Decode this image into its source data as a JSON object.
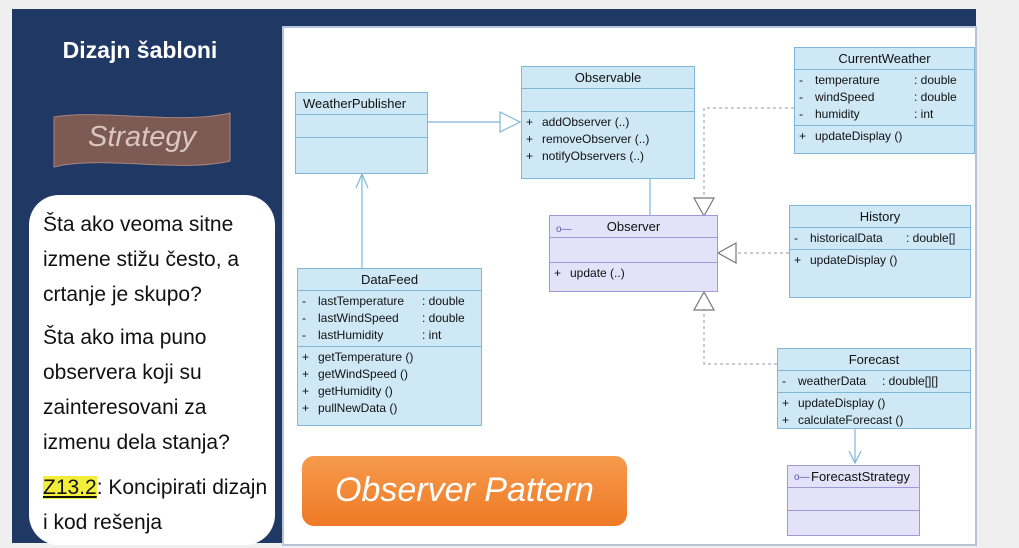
{
  "slide": {
    "title": "Dizajn šabloni",
    "banner": "Strategy",
    "question1": "Šta ako veoma sitne izmene stižu često, a crtanje je skupo?",
    "question2": "Šta ako ima puno observera koji su zainteresovani za izmenu dela stanja?",
    "task_ref": "Z13.2",
    "task_text": ": Koncipirati dizajn i kod rešenja",
    "pattern_label": "Observer  Pattern"
  },
  "diagram": {
    "weather_publisher": {
      "name": "WeatherPublisher"
    },
    "observable": {
      "name": "Observable",
      "methods": [
        {
          "vis": "+",
          "name": "addObserver (..)"
        },
        {
          "vis": "+",
          "name": "removeObserver (..)"
        },
        {
          "vis": "+",
          "name": "notifyObservers (..)"
        }
      ]
    },
    "observer": {
      "name": "Observer",
      "methods": [
        {
          "vis": "+",
          "name": "update (..)"
        }
      ]
    },
    "current_weather": {
      "name": "CurrentWeather",
      "attributes": [
        {
          "vis": "-",
          "name": "temperature",
          "type": ": double"
        },
        {
          "vis": "-",
          "name": "windSpeed",
          "type": ": double"
        },
        {
          "vis": "-",
          "name": "humidity",
          "type": ": int"
        }
      ],
      "methods": [
        {
          "vis": "+",
          "name": "updateDisplay ()"
        }
      ]
    },
    "history": {
      "name": "History",
      "attributes": [
        {
          "vis": "-",
          "name": "historicalData",
          "type": ": double[]"
        }
      ],
      "methods": [
        {
          "vis": "+",
          "name": "updateDisplay ()"
        }
      ]
    },
    "datafeed": {
      "name": "DataFeed",
      "attributes": [
        {
          "vis": "-",
          "name": "lastTemperature",
          "type": ": double"
        },
        {
          "vis": "-",
          "name": "lastWindSpeed",
          "type": ": double"
        },
        {
          "vis": "-",
          "name": "lastHumidity",
          "type": ": int"
        }
      ],
      "methods": [
        {
          "vis": "+",
          "name": "getTemperature ()"
        },
        {
          "vis": "+",
          "name": "getWindSpeed ()"
        },
        {
          "vis": "+",
          "name": "getHumidity ()"
        },
        {
          "vis": "+",
          "name": "pullNewData ()"
        }
      ]
    },
    "forecast": {
      "name": "Forecast",
      "attributes": [
        {
          "vis": "-",
          "name": "weatherData",
          "type": ": double[][]"
        }
      ],
      "methods": [
        {
          "vis": "+",
          "name": "updateDisplay ()"
        },
        {
          "vis": "+",
          "name": "calculateForecast ()"
        }
      ]
    },
    "forecast_strategy": {
      "name": "ForecastStrategy"
    },
    "interface_icon": "interface-lollipop-icon"
  },
  "colors": {
    "slide_bg": "#1f3864",
    "class_fill": "#cfe8f6",
    "interface_fill": "#e4e2f8",
    "pattern_orange": "#ef7a25",
    "highlight": "#f3ee3a"
  }
}
